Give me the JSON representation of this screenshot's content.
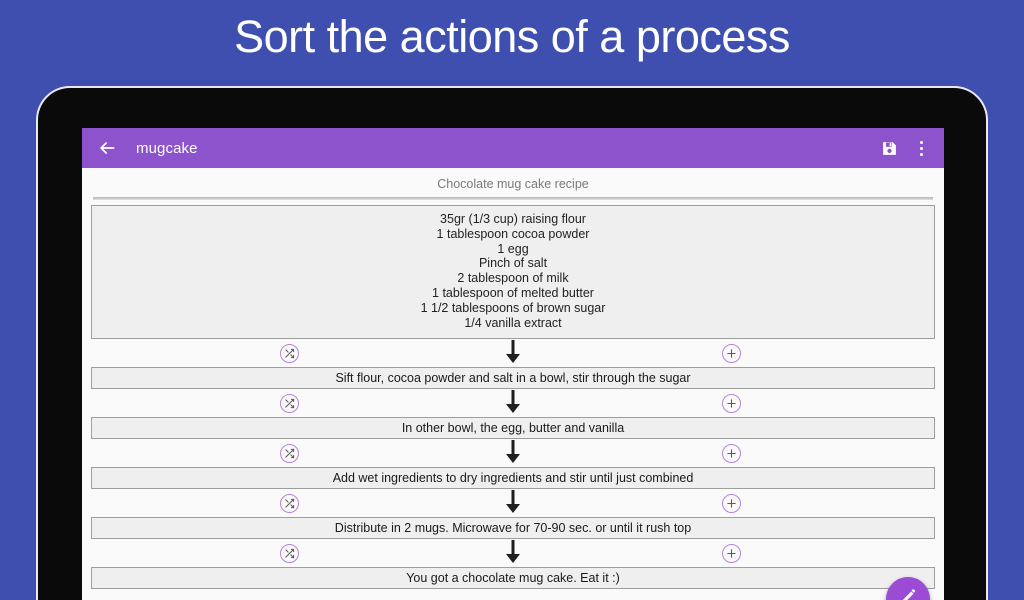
{
  "promo": {
    "headline": "Sort the actions of a process"
  },
  "app_bar": {
    "back_icon": "arrow-left-icon",
    "title": "mugcake",
    "save_icon": "save-disk-icon",
    "overflow_icon": "more-vertical-icon"
  },
  "content": {
    "recipe_title": "Chocolate mug cake recipe",
    "ingredients": [
      "35gr (1/3 cup) raising flour",
      "1 tablespoon cocoa powder",
      "1 egg",
      "Pinch of salt",
      "2 tablespoon of milk",
      "1 tablespoon of melted butter",
      "1 1/2 tablespoons of brown sugar",
      "1/4 vanilla extract"
    ],
    "steps": [
      "Sift flour, cocoa powder and salt in a bowl, stir through the sugar",
      "In other bowl, the egg, butter and vanilla",
      "Add wet ingredients to dry ingredients and stir until just combined",
      "Distribute in 2 mugs. Microwave for 70-90 sec. or until it rush top",
      "You got a chocolate mug cake. Eat it :)"
    ],
    "connector": {
      "shuffle_icon": "shuffle-icon",
      "add_icon": "plus-circle-icon",
      "arrow_icon": "arrow-down-icon"
    }
  },
  "fab": {
    "icon": "pencil-edit-icon"
  },
  "colors": {
    "background": "#3f4fb0",
    "app_bar": "#8c53cd",
    "fab": "#9c4bd4",
    "accent_outline": "#b583dd",
    "box_fill": "#efefef",
    "box_border": "#9e9e9e"
  }
}
